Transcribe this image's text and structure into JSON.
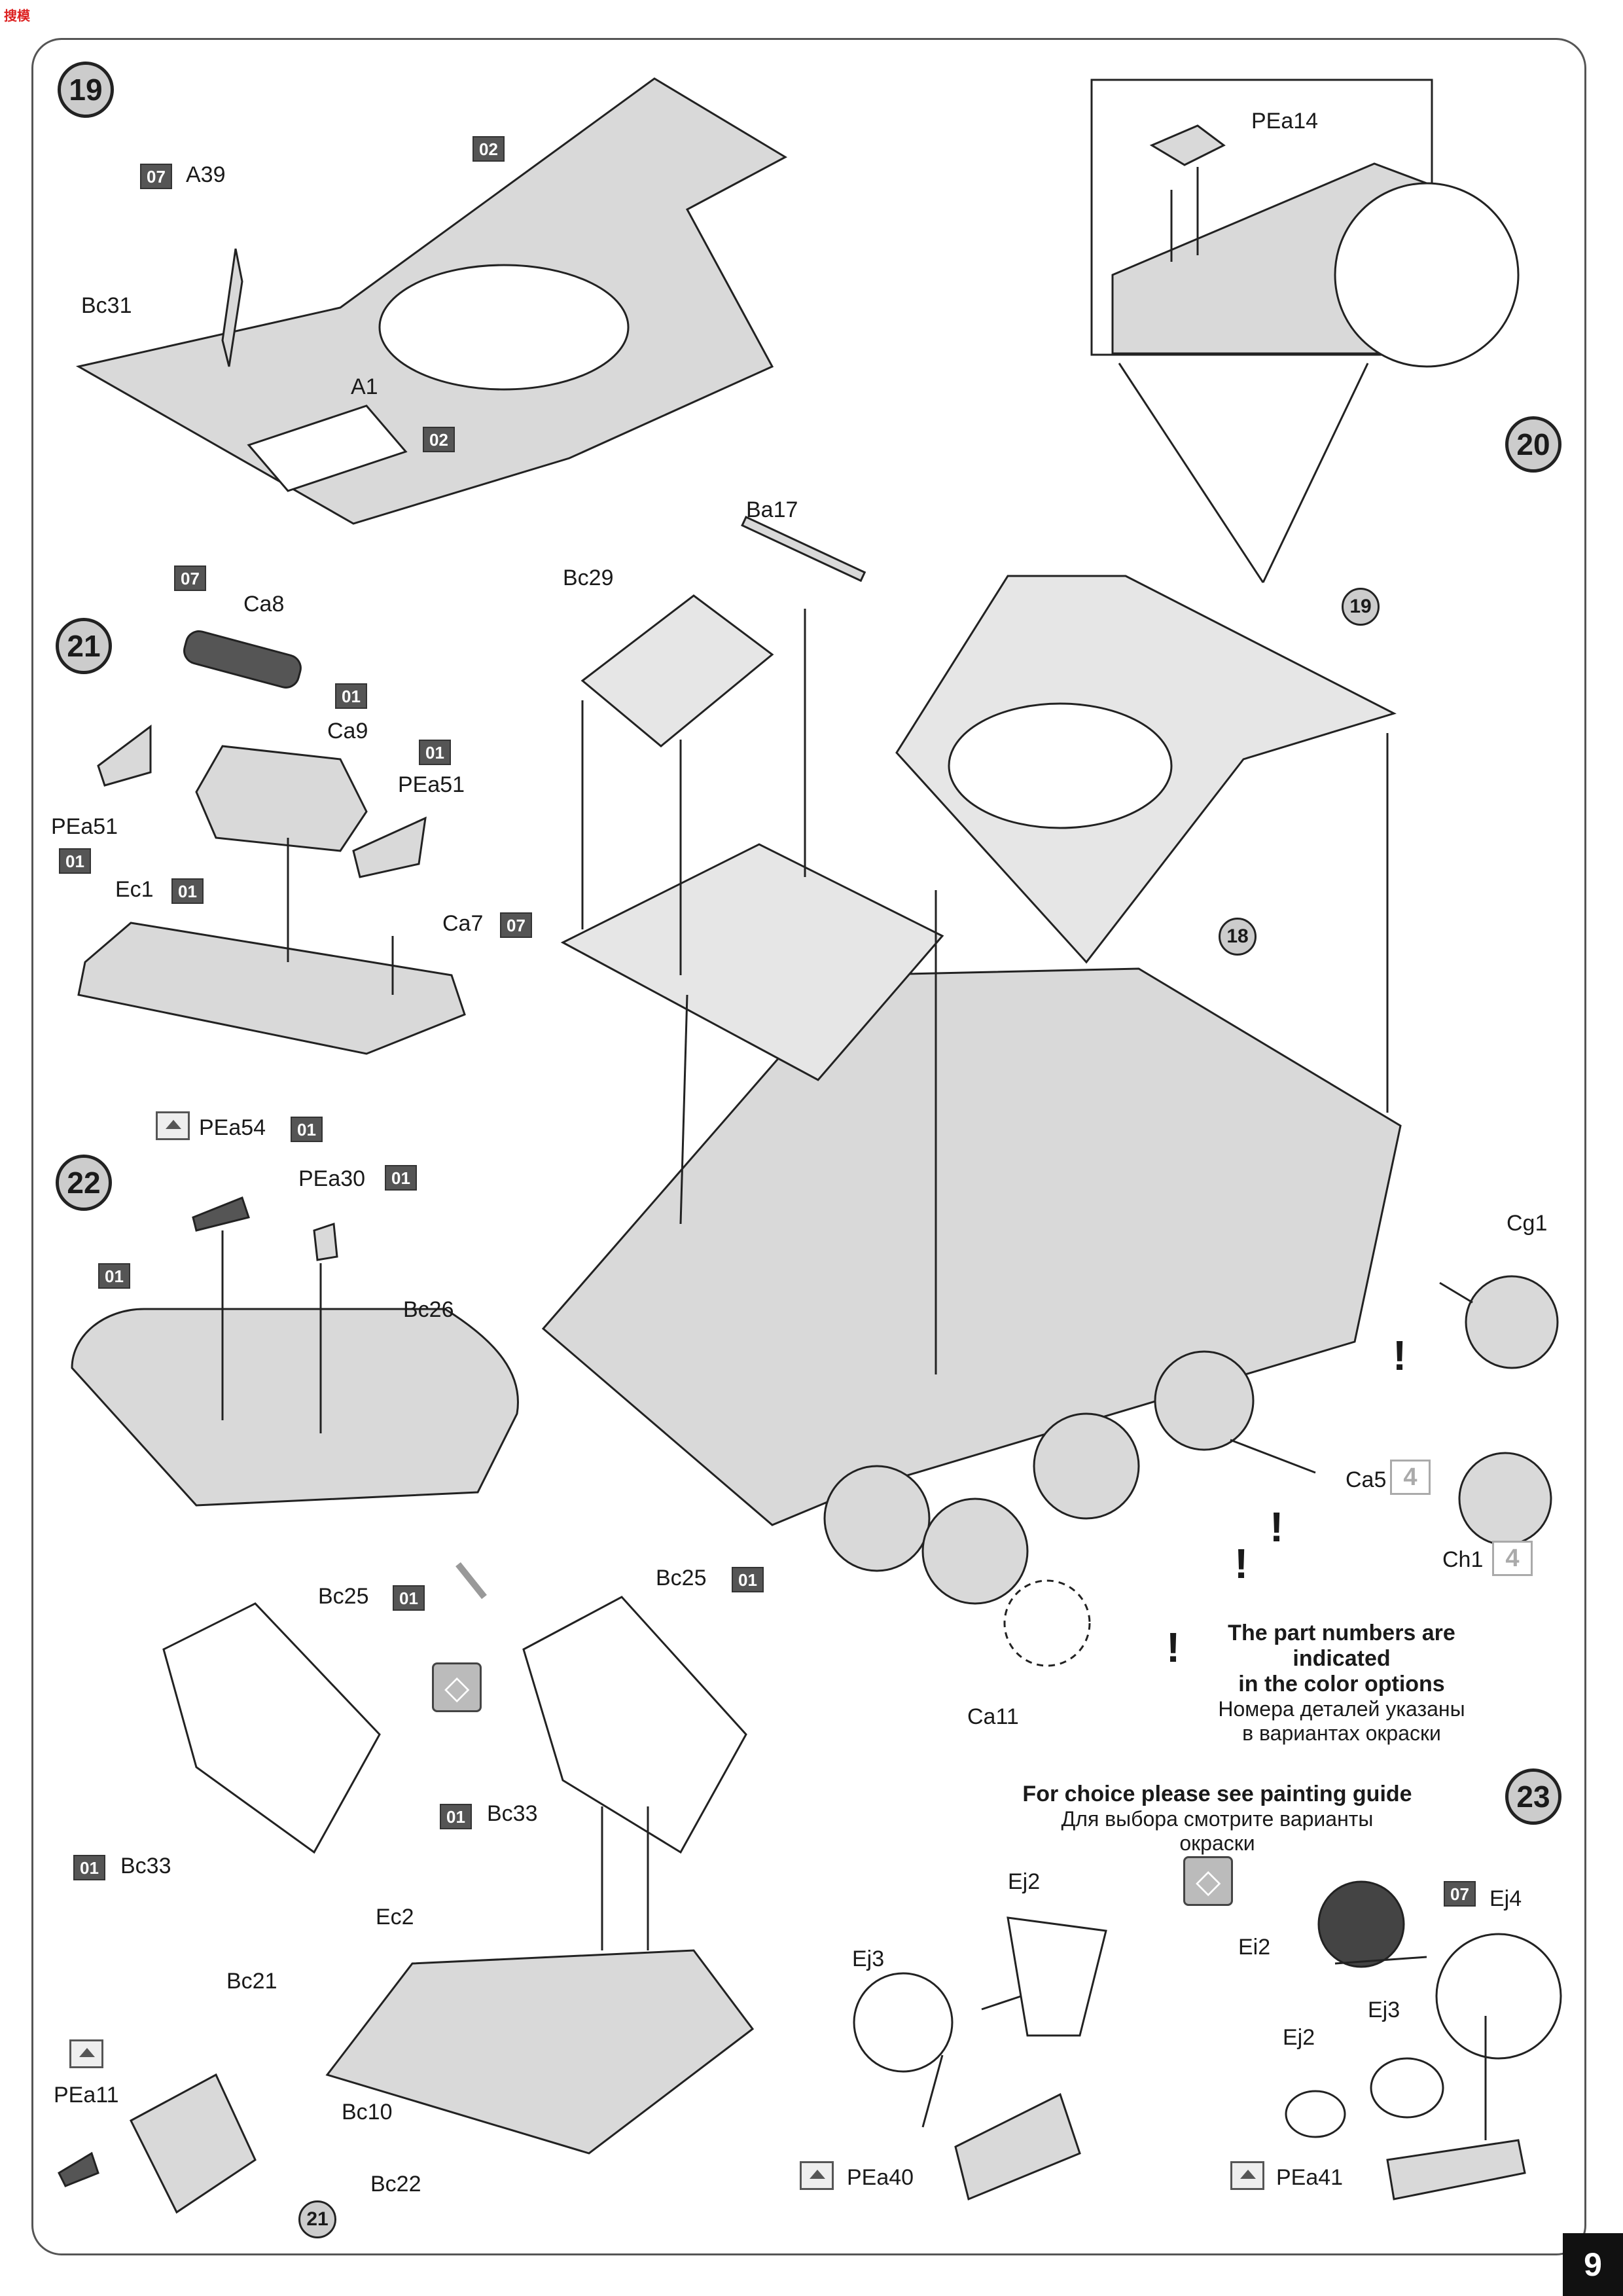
{
  "watermark": "搜模",
  "page_number": "9",
  "steps": {
    "s19": "19",
    "s20": "20",
    "s21": "21",
    "s22": "22",
    "s23": "23"
  },
  "refs": {
    "r19": "19",
    "r18": "18",
    "r21": "21"
  },
  "tags": {
    "t07_a39": "07",
    "t02_top": "02",
    "t02_a1": "02",
    "t07_ca8": "07",
    "t01_ca9": "01",
    "t01_pea51r": "01",
    "t01_pea51l": "01",
    "t01_ec1": "01",
    "t07_ca7": "07",
    "t01_pea54": "01",
    "t01_pea30": "01",
    "t01_bc26": "01",
    "t01_bc25l": "01",
    "t01_bc25r": "01",
    "t01_bc33l": "01",
    "t01_bc33r": "01",
    "t07_ej4": "07"
  },
  "parts": {
    "a39": "A39",
    "bc31": "Bc31",
    "a1": "A1",
    "pea14": "PEa14",
    "ba17": "Ba17",
    "bc29": "Bc29",
    "ca8": "Ca8",
    "ca9": "Ca9",
    "pea51r": "PEa51",
    "pea51l": "PEa51",
    "ec1": "Ec1",
    "ca7": "Ca7",
    "pea54": "PEa54",
    "pea30": "PEa30",
    "bc26": "Bc26",
    "cg1": "Cg1",
    "ca5": "Ca5",
    "ch1": "Ch1",
    "ca11": "Ca11",
    "bc25l": "Bc25",
    "bc25r": "Bc25",
    "bc33l": "Bc33",
    "bc33r": "Bc33",
    "ec2": "Ec2",
    "bc21": "Bc21",
    "bc10": "Bc10",
    "bc22": "Bc22",
    "pea11": "PEa11",
    "ej2a": "Ej2",
    "ej3a": "Ej3",
    "pea40": "PEa40",
    "ej4": "Ej4",
    "ei2": "Ei2",
    "ej3b": "Ej3",
    "ej2b": "Ej2",
    "pea41": "PEa41"
  },
  "qty": {
    "ca5": "4",
    "ch1": "4"
  },
  "notes": {
    "color_en_1": "The part numbers are indicated",
    "color_en_2": "in the color options",
    "color_ru_1": "Номера деталей указаны",
    "color_ru_2": "в вариантах окраски",
    "choice_en": "For choice please see painting guide",
    "choice_ru": "Для выбора смотрите варианты окраски"
  },
  "colors": {
    "tag_bg": "#555555",
    "step_bg": "#cccccc",
    "part_fill": "#d9d9d9"
  },
  "icons": [
    "photo-etch-icon",
    "choice-icon",
    "exclamation-icon"
  ]
}
